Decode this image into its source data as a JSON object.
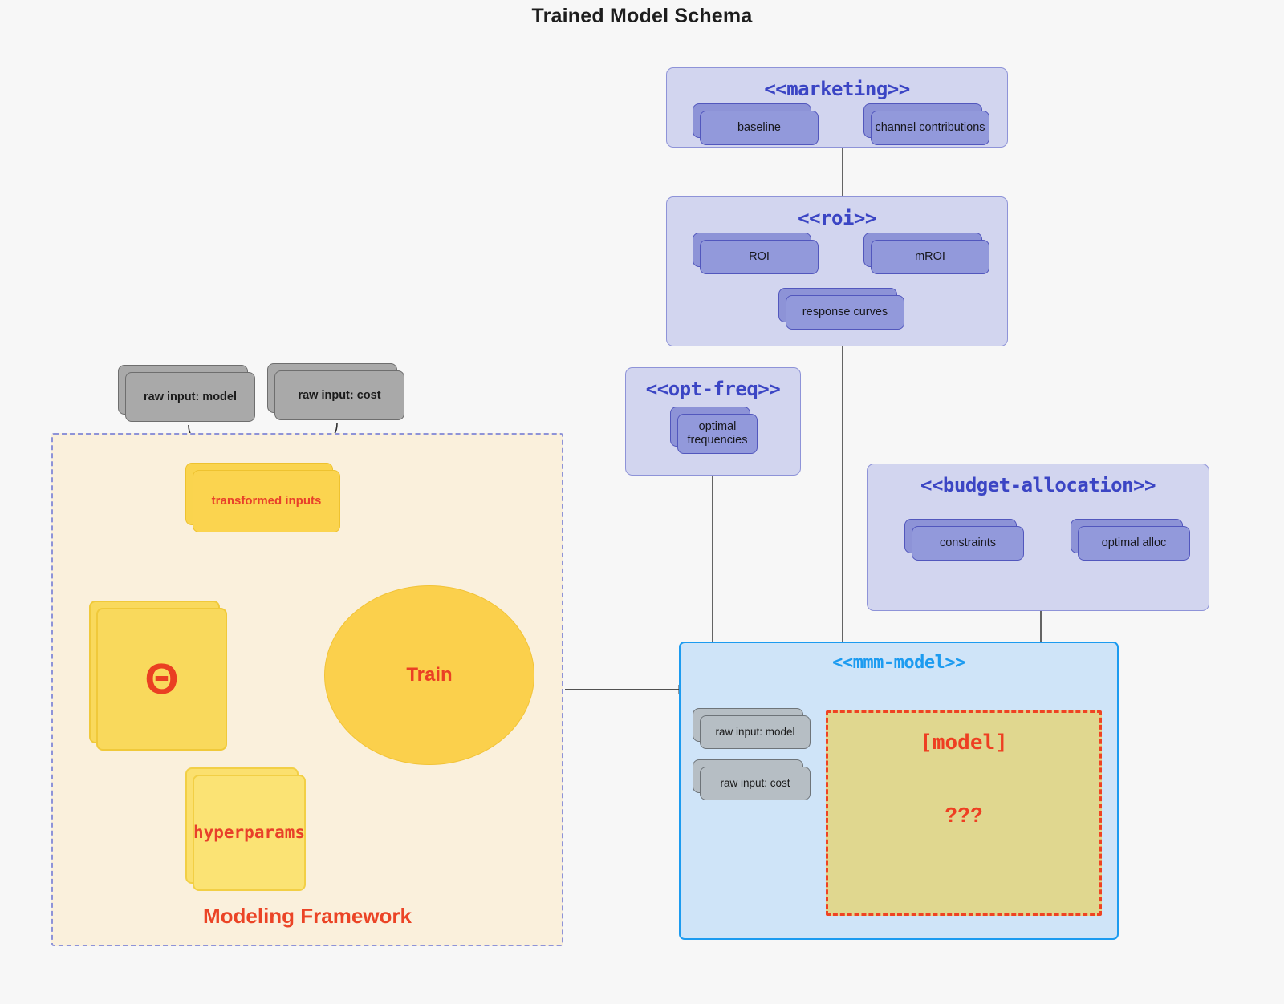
{
  "title": "Trained Model Schema",
  "colors": {
    "page_background": "#f7f7f7",
    "package_fill": "#d2d5ef",
    "package_border": "#8e93d8",
    "package_title": "#3b45c4",
    "artifact_purple": "#9299db",
    "artifact_grey": "#a9a9a9",
    "mmm_fill": "#cfe4f8",
    "mmm_border": "#1c9bf0",
    "framework_fill": "#faf0dc",
    "framework_border": "#8e93d8",
    "accent_red": "#ea4024",
    "yellow_mid": "#fbd44f",
    "yellow_light": "#fbe374",
    "model_fill": "#e0d78f",
    "model_border": "#ef4323",
    "edge_grey": "#4a4a4a"
  },
  "packages": {
    "marketing": {
      "title": "<<marketing>>",
      "artifacts": [
        {
          "label": "baseline"
        },
        {
          "label": "channel contributions"
        }
      ]
    },
    "roi": {
      "title": "<<roi>>",
      "artifacts": [
        {
          "label": "ROI"
        },
        {
          "label": "mROI"
        },
        {
          "label": "response curves"
        }
      ]
    },
    "opt_freq": {
      "title": "<<opt-freq>>",
      "artifacts": [
        {
          "label": "optimal\nfrequencies"
        }
      ]
    },
    "budget_allocation": {
      "title": "<<budget-allocation>>",
      "artifacts": [
        {
          "label": "constraints"
        },
        {
          "label": "optimal alloc"
        }
      ]
    },
    "mmm_model": {
      "title": "<<mmm-model>>",
      "artifacts": [
        {
          "label": "raw input: model"
        },
        {
          "label": "raw input: cost"
        }
      ],
      "model_placeholder": {
        "title": "[model]",
        "body": "???"
      }
    }
  },
  "framework": {
    "label": "Modeling Framework",
    "inputs": [
      {
        "label": "raw input: model"
      },
      {
        "label": "raw input: cost"
      }
    ],
    "transformed_inputs": {
      "label": "transformed inputs"
    },
    "theta": {
      "label": "Θ"
    },
    "hyperparams": {
      "label": "hyperparams"
    },
    "train": {
      "label": "Train"
    }
  }
}
